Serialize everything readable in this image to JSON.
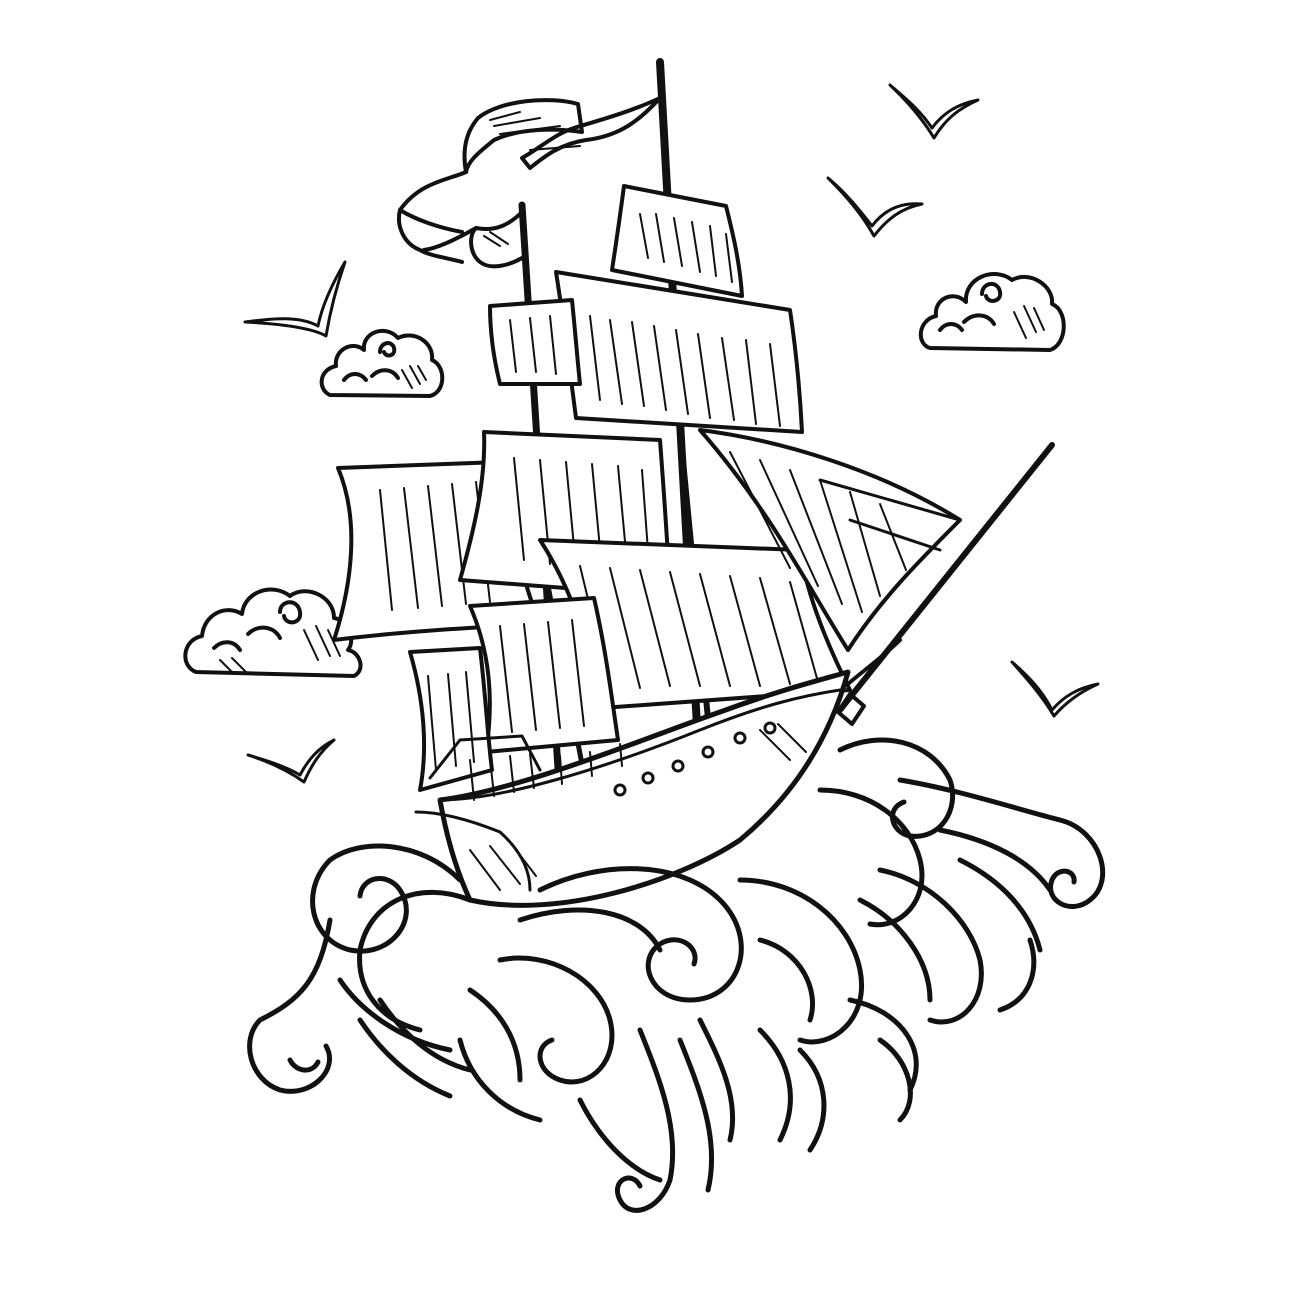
{
  "illustration": {
    "subject": "ship-on-waves",
    "style": "black-ink-line-art",
    "colors": {
      "ink": "#111111",
      "paper": "#ffffff"
    },
    "elements": {
      "ship": "sailing-ship",
      "sails": 9,
      "flags": 2,
      "portholes": 6,
      "birds": 5,
      "clouds": 3,
      "waves": "curling-waves"
    }
  }
}
